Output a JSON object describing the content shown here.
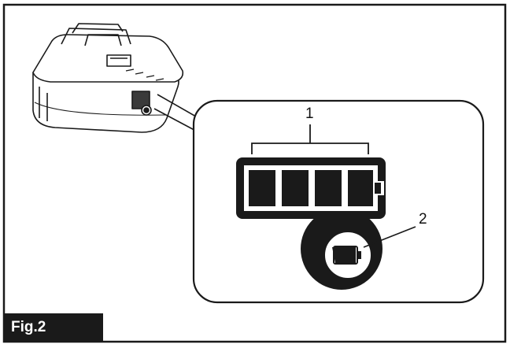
{
  "figure": {
    "label": "Fig.2",
    "callouts": [
      {
        "number": "1",
        "target": "battery-indicator-lamps"
      },
      {
        "number": "2",
        "target": "low-battery-lamp"
      }
    ],
    "indicator": {
      "lamp_count": 4,
      "icon": "battery-low-icon"
    }
  },
  "colors": {
    "ink": "#1a1a1a",
    "background": "#ffffff",
    "shade": "#e6e6e6"
  }
}
